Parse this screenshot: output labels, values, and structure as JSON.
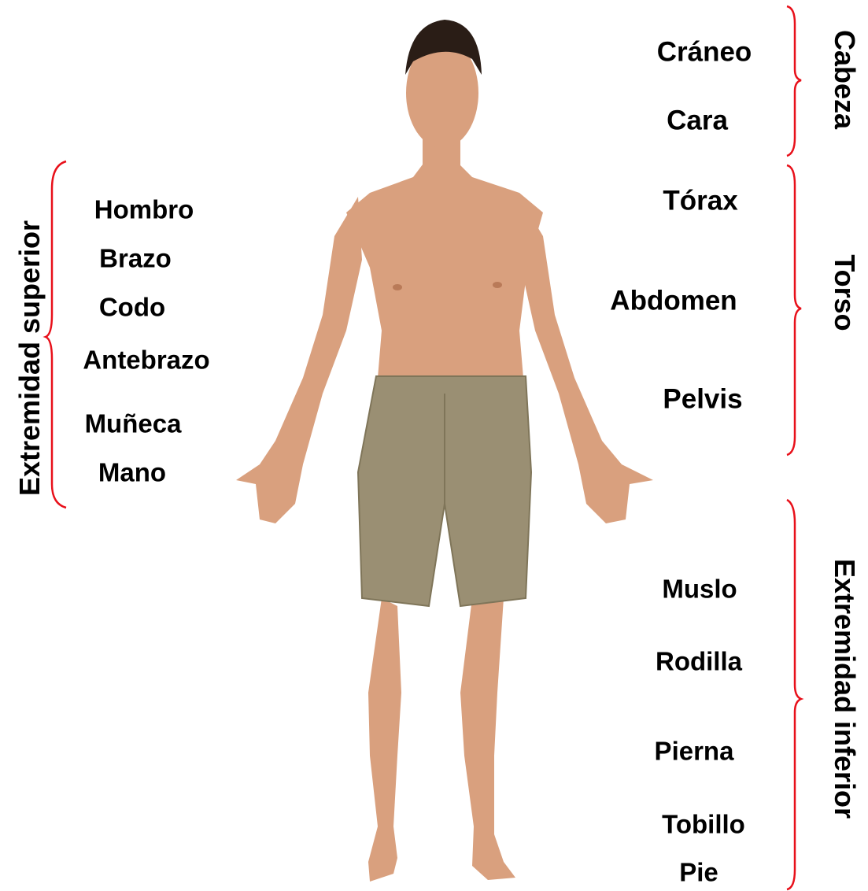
{
  "colors": {
    "brace": "#e8101a",
    "skin": "#d9a07e",
    "skin_shadow": "#b97a58",
    "hair": "#2a1d16",
    "shorts": "#9a8f73",
    "shorts_shadow": "#7f7559"
  },
  "figure": {
    "subject": "standing-man-anatomical-position"
  },
  "groups": {
    "head": "Cabeza",
    "torso": "Torso",
    "upper_limb": "Extremidad superior",
    "lower_limb": "Extremidad inferior"
  },
  "labels": {
    "cranium": "Cráneo",
    "face": "Cara",
    "thorax": "Tórax",
    "abdomen": "Abdomen",
    "pelvis": "Pelvis",
    "shoulder": "Hombro",
    "arm": "Brazo",
    "elbow": "Codo",
    "forearm": "Antebrazo",
    "wrist": "Muñeca",
    "hand": "Mano",
    "thigh": "Muslo",
    "knee": "Rodilla",
    "leg": "Pierna",
    "ankle": "Tobillo",
    "foot": "Pie"
  }
}
